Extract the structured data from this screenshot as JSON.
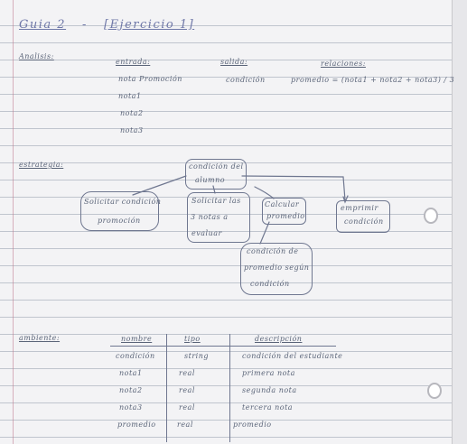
{
  "header": {
    "guia": "Guia 2",
    "dash": "-",
    "ejercicio": "[Ejercicio 1]"
  },
  "analisis": {
    "label": "Analisis:",
    "entrada_label": "entrada:",
    "entradas": [
      "nota Promoción",
      "nota1",
      "nota2",
      "nota3"
    ],
    "salida_label": "salida:",
    "salida": "condición",
    "relaciones_label": "relaciones:",
    "relacion": "promedio = (nota1 + nota2 + nota3) / 3"
  },
  "estrategia": {
    "label": "estrategia:",
    "root": [
      "condición del",
      "alumno"
    ],
    "nodes": [
      [
        "Solicitar condición",
        "promoción"
      ],
      [
        "Solicitar las",
        "3 notas a",
        "evaluar"
      ],
      [
        "Calcular",
        "promedio"
      ],
      [
        "emprimir",
        "condición"
      ]
    ],
    "sub": [
      "condición de",
      "promedio según",
      "condición"
    ]
  },
  "ambiente": {
    "label": "ambiente:",
    "headers": [
      "nombre",
      "tipo",
      "descripción"
    ],
    "rows": [
      [
        "condición",
        "string",
        "condición del estudiante"
      ],
      [
        "nota1",
        "real",
        "primera nota"
      ],
      [
        "nota2",
        "real",
        "segunda nota"
      ],
      [
        "nota3",
        "real",
        "tercera nota"
      ],
      [
        "promedio",
        "real",
        "promedio"
      ]
    ]
  }
}
